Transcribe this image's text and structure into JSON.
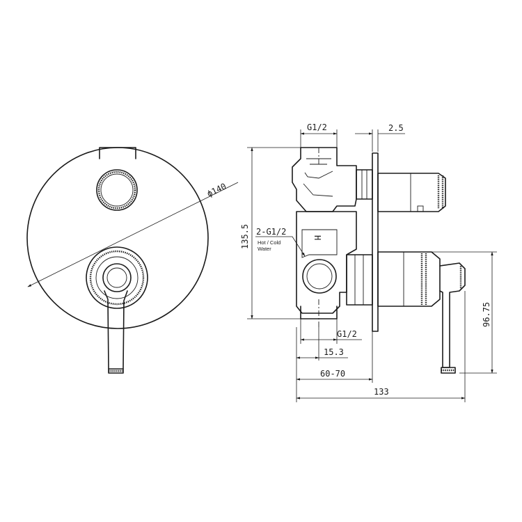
{
  "dimensions": {
    "diameter": "ϕ140",
    "inlet_top": "G1/2",
    "plate_thickness": "2.5",
    "height": "135.5",
    "inlets_side": "2-G1/2",
    "inlets_note_line1": "Hot / Cold",
    "inlets_note_line2": "Water",
    "marker": "H",
    "outlet_bottom": "G1/2",
    "outlet_offset": "15.3",
    "body_depth": "60-70",
    "lever_height": "96.75",
    "total_depth": "133"
  }
}
